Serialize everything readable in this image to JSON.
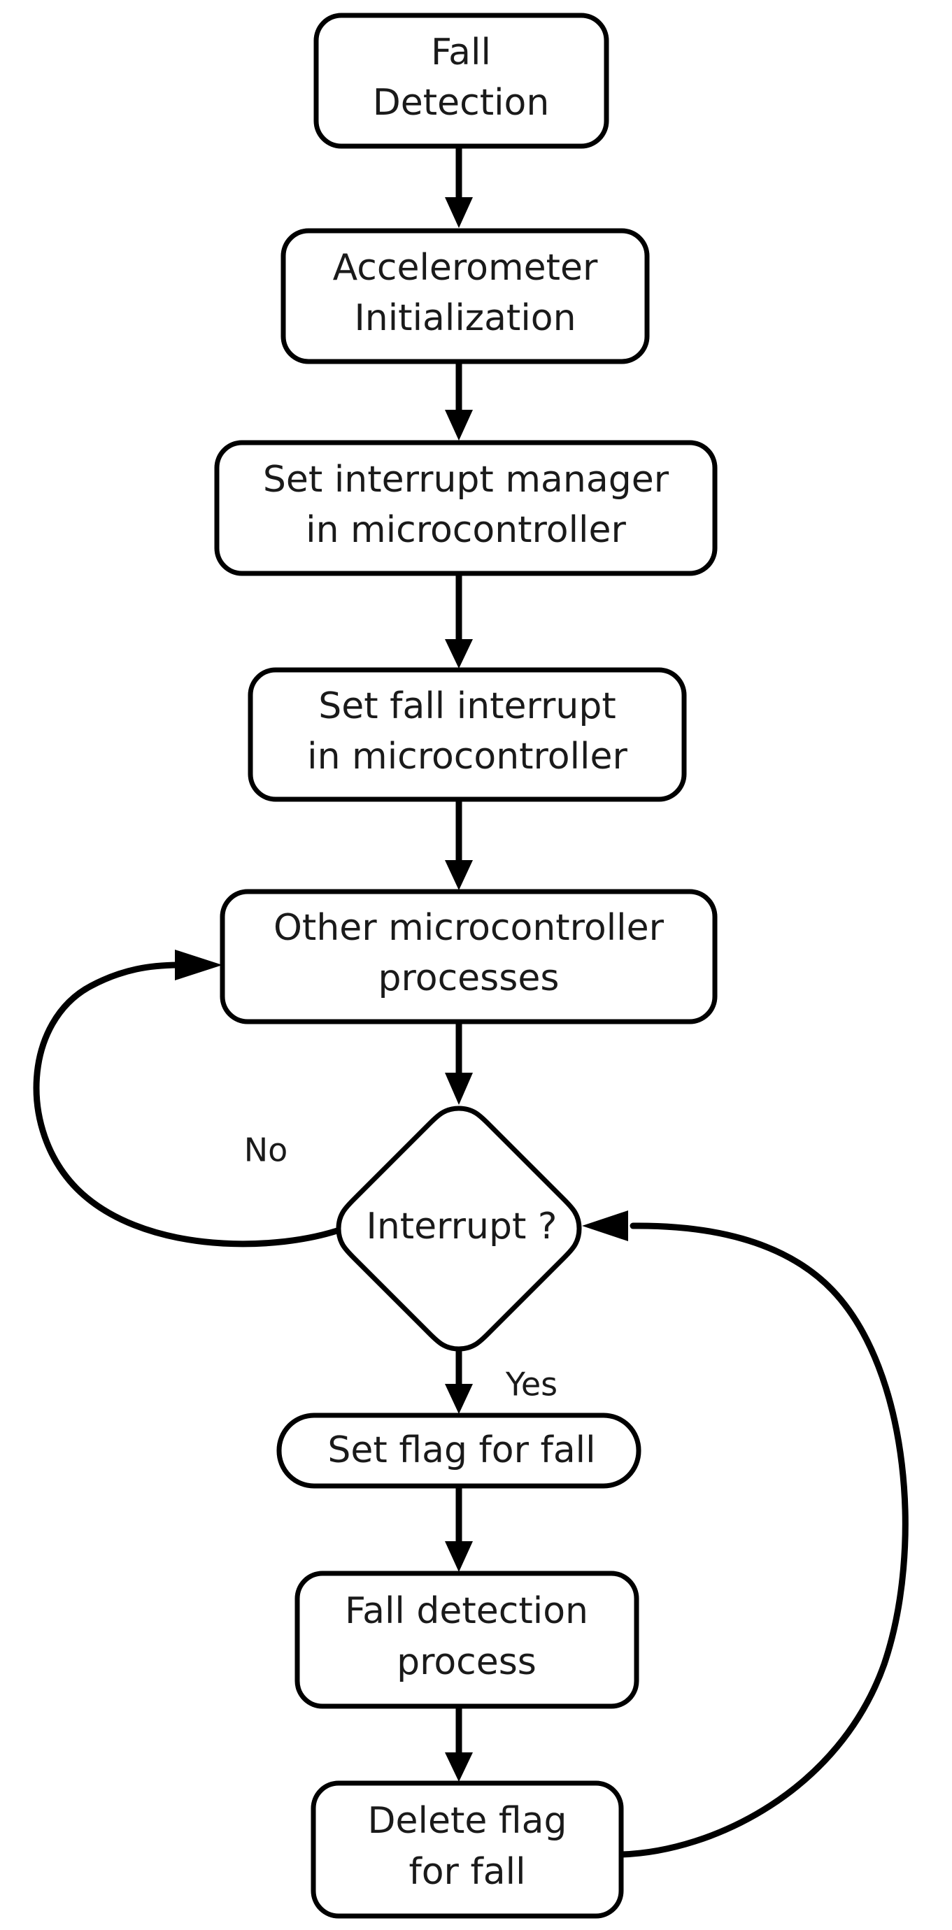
{
  "diagram": {
    "title": "Fall Detection",
    "type": "flowchart",
    "orientation": "vertical",
    "background_color": "#ffffff",
    "stroke_color": "#000000",
    "text_color": "#1a1a1a",
    "nodes": [
      {
        "id": "start",
        "shape": "rounded-rect",
        "lines": [
          "Fall",
          "Detection"
        ]
      },
      {
        "id": "accel-init",
        "shape": "rounded-rect",
        "lines": [
          "Accelerometer",
          "Initialization"
        ]
      },
      {
        "id": "int-manager",
        "shape": "rounded-rect",
        "lines": [
          "Set interrupt manager",
          "in microcontroller"
        ]
      },
      {
        "id": "fall-int",
        "shape": "rounded-rect",
        "lines": [
          "Set fall interrupt",
          "in microcontroller"
        ]
      },
      {
        "id": "other-proc",
        "shape": "rounded-rect",
        "lines": [
          "Other microcontroller",
          "processes"
        ]
      },
      {
        "id": "interrupt-q",
        "shape": "diamond",
        "lines": [
          "Interrupt ?"
        ]
      },
      {
        "id": "set-flag",
        "shape": "pill",
        "lines": [
          "Set flag for fall"
        ]
      },
      {
        "id": "fall-detect",
        "shape": "rounded-rect",
        "lines": [
          "Fall detection",
          "process"
        ]
      },
      {
        "id": "delete-flag",
        "shape": "rounded-rect",
        "lines": [
          "Delete flag",
          "for fall"
        ]
      }
    ],
    "edges": [
      {
        "id": "e1",
        "from": "start",
        "to": "accel-init",
        "label": ""
      },
      {
        "id": "e2",
        "from": "accel-init",
        "to": "int-manager",
        "label": ""
      },
      {
        "id": "e3",
        "from": "int-manager",
        "to": "fall-int",
        "label": ""
      },
      {
        "id": "e4",
        "from": "fall-int",
        "to": "other-proc",
        "label": ""
      },
      {
        "id": "e5",
        "from": "other-proc",
        "to": "interrupt-q",
        "label": ""
      },
      {
        "id": "e6",
        "from": "interrupt-q",
        "to": "other-proc",
        "label": "No"
      },
      {
        "id": "e7",
        "from": "interrupt-q",
        "to": "set-flag",
        "label": "Yes"
      },
      {
        "id": "e8",
        "from": "set-flag",
        "to": "fall-detect",
        "label": ""
      },
      {
        "id": "e9",
        "from": "fall-detect",
        "to": "delete-flag",
        "label": ""
      },
      {
        "id": "e10",
        "from": "delete-flag",
        "to": "interrupt-q",
        "label": ""
      }
    ]
  },
  "labels": {
    "start_l1": "Fall",
    "start_l2": "Detection",
    "accel_l1": "Accelerometer",
    "accel_l2": "Initialization",
    "intmgr_l1": "Set interrupt manager",
    "intmgr_l2": "in microcontroller",
    "fallint_l1": "Set fall interrupt",
    "fallint_l2": "in microcontroller",
    "other_l1": "Other microcontroller",
    "other_l2": "processes",
    "decision": "Interrupt ?",
    "setflag": "Set flag for fall",
    "falldet_l1": "Fall detection",
    "falldet_l2": "process",
    "delflag_l1": "Delete flag",
    "delflag_l2": "for fall",
    "edge_no": "No",
    "edge_yes": "Yes"
  }
}
